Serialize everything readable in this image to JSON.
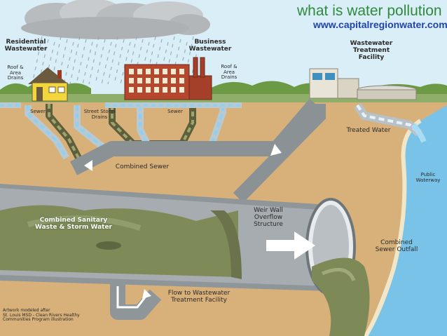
{
  "header": {
    "title": "what is water pollution",
    "url": "www.capitalregionwater.com"
  },
  "labels": {
    "residential": "Residential\nWastewater",
    "business": "Business\nWastewater",
    "treatment_facility": "Wastewater\nTreatment\nFacility",
    "roof_left": "Roof &\nArea\nDrains",
    "roof_right": "Roof &\nArea\nDrains",
    "sewer_left": "Sewer",
    "street_storm": "Street Storm\nDrains",
    "sewer_right": "Sewer",
    "treated_water": "Treated Water",
    "public_waterway": "Public\nWaterway",
    "combined_sewer": "Combined Sewer",
    "combined_sanitary": "Combined Sanitary\nWaste & Storm Water",
    "weir_wall": "Weir Wall\nOverflow\nStructure",
    "combined_outfall": "Combined\nSewer Outfall",
    "flow_to_treatment": "Flow to Wastewater\nTreatment Facility",
    "credit": "Artwork modeled after\nSt. Louis MSD - Clean Rivers Healthy\nCommunities Program illustration"
  },
  "colors": {
    "sky": "#d6ecf5",
    "soil": "#d9b27c",
    "grass": "#5a8f3a",
    "pipe": "#8e969a",
    "sewage": "#7d8a5a",
    "clean_water": "#8fcff0",
    "water_body": "#7fc7ea",
    "building": "#b5482f",
    "house": "#f2d33a",
    "title": "#2f8a3e",
    "url": "#2244aa"
  }
}
